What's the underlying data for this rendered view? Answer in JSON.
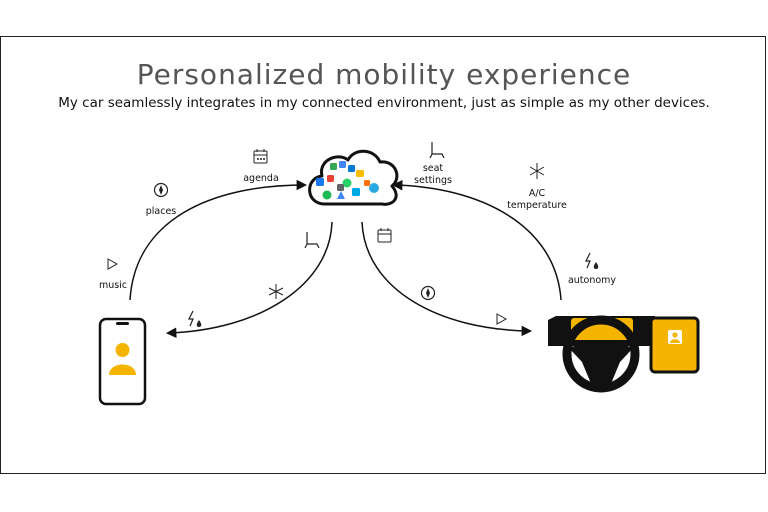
{
  "title": "Personalized mobility experience",
  "subtitle": "My car seamlessly integrates in my connected environment, just as simple as my other devices.",
  "labels": {
    "agenda": "agenda",
    "places": "places",
    "music": "music",
    "seat_line1": "seat",
    "seat_line2": "settings",
    "ac_line1": "A/C",
    "ac_line2": "temperature",
    "autonomy": "autonomy"
  },
  "colors": {
    "accent": "#F5B400",
    "line": "#111111",
    "title": "#555555"
  },
  "icons": [
    "calendar-icon",
    "compass-icon",
    "play-icon",
    "seat-icon",
    "snowflake-sun-icon",
    "energy-icon",
    "cloud-icon",
    "smartphone-icon",
    "steering-wheel-icon",
    "user-icon"
  ]
}
